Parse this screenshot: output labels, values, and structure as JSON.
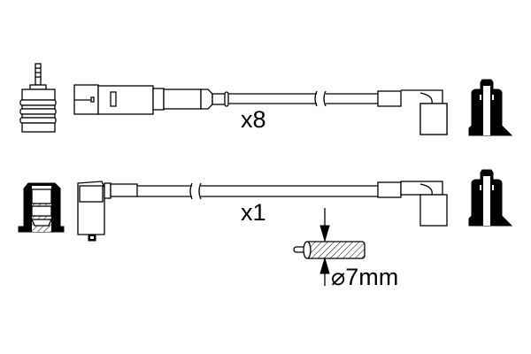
{
  "labels": {
    "top_quantity": "x8",
    "bottom_quantity": "x1",
    "diameter": "⌀7mm"
  },
  "colors": {
    "line": "#000000",
    "background": "#ffffff"
  }
}
